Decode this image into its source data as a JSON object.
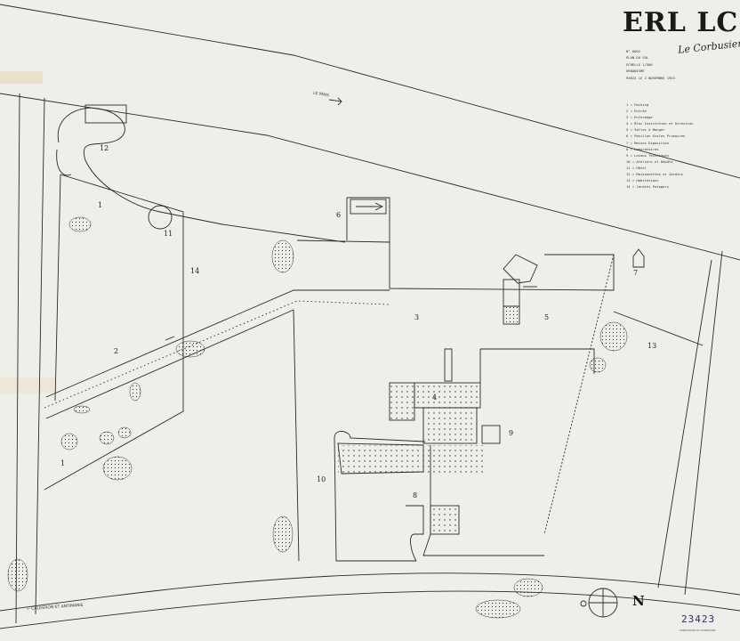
{
  "title": "ERL LC",
  "signature": "Le Corbusier",
  "sheet_info": [
    "N° 6002",
    "PLAN DU SOL",
    "ECHELLE 1/500",
    "URBANISME",
    "PARIS LE 2 NOVEMBRE 1953"
  ],
  "legend": [
    "1 = Parking",
    "2 = Entrée",
    "3 = Enfermage",
    "4 = Bloc Institution et Direction",
    "5 = Salles à Manger",
    "6 = Pavillon Ecoles Primaires",
    "7 = Maison Exposition",
    "8 = Laboratoires",
    "9 = Locaux Techniques",
    "10 = Ateliers et Dépôts",
    "11 = Hôtel",
    "12 = Maisonnettes et Jardins",
    "13 = Habitations",
    "14 = Jardins Potagers"
  ],
  "road_labels": {
    "top": "LE MAIS",
    "bottom": "← CALDERON ET ANTIMANIE"
  },
  "zone_numbers": {
    "z1a": "1",
    "z1b": "1",
    "z2": "2",
    "z3": "3",
    "z4": "4",
    "z5": "5",
    "z6": "6",
    "z7": "7",
    "z8": "8",
    "z9": "9",
    "z10": "10",
    "z11": "11",
    "z12": "12",
    "z13": "13",
    "z14": "14"
  },
  "north_letter": "N",
  "catalog_number": "23423",
  "stamp_text": "FONDATION LE CORBUSIER",
  "colors": {
    "paper": "#efeeea",
    "ink": "#2a2a2a",
    "catalog_ink": "#23306a"
  }
}
